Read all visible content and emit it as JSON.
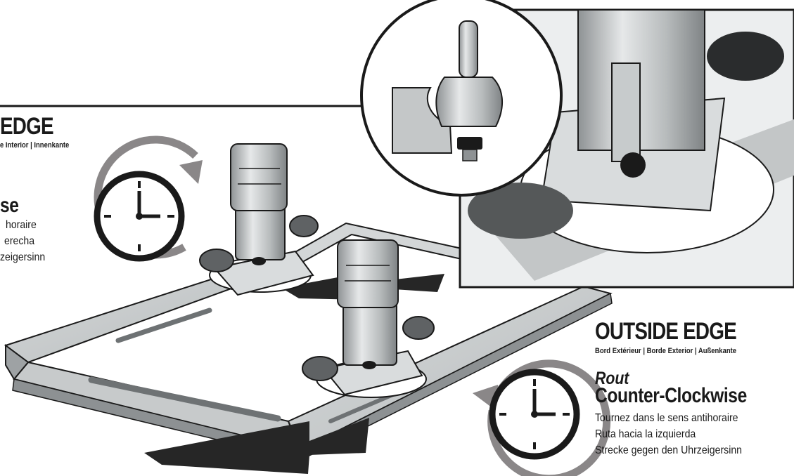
{
  "inside": {
    "heading_partial": "EDGE",
    "sub_partial": "e Interior | Innenkante",
    "direction_partial": "se",
    "languages_partial": [
      "horaire",
      "erecha",
      "zeigersinn"
    ]
  },
  "outside": {
    "heading": "OUTSIDE EDGE",
    "sub": "Bord Extérieur | Borde Exterior | Außenkante",
    "rout": "Rout",
    "direction": "Counter-Clockwise",
    "languages": [
      "Tournez dans le sens antihoraire",
      "Ruta hacia la izquierda",
      "Strecke gegen den Uhrzeigersinn"
    ]
  },
  "colors": {
    "ink": "#1a1a1a",
    "wood": "#c9cccd",
    "wood_edge": "#8d9193",
    "router_body": "#b6babb",
    "knob": "#5f6264",
    "arrow_ring": "#8a8788",
    "arrow": "#262626"
  },
  "icons": [
    "clock-icon",
    "rotation-arrow-icon",
    "router-bit-icon",
    "router-icon",
    "direction-arrow-icon"
  ]
}
